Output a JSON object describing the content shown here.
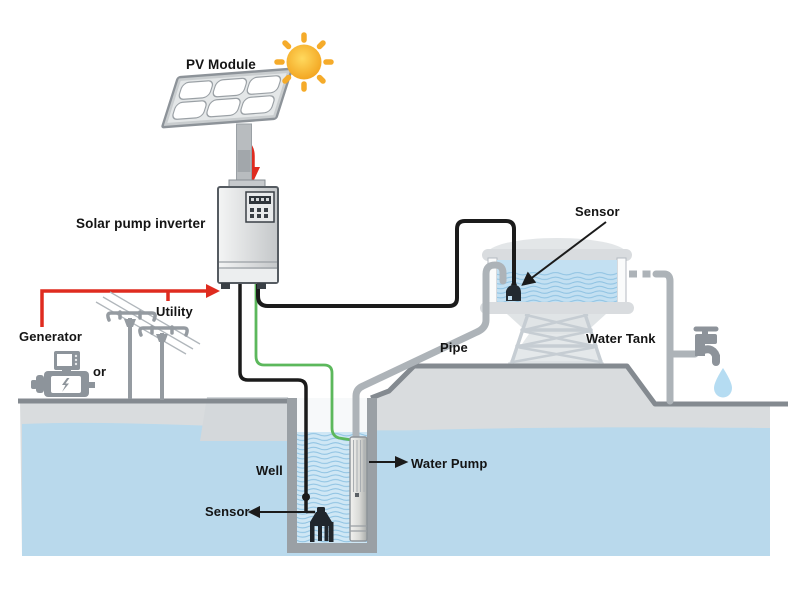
{
  "labels": {
    "pv_module": "PV Module",
    "inverter": "Solar pump inverter",
    "generator": "Generator",
    "or": "or",
    "utility": "Utility",
    "tank_sensor": "Sensor",
    "water_tank": "Water Tank",
    "pipe": "Pipe",
    "well": "Well",
    "water_pump": "Water Pump",
    "well_sensor": "Sensor"
  },
  "icons": {
    "sun_icon": "sun",
    "pv_panel_icon": "solar-panel",
    "inverter_icon": "inverter-box",
    "generator_icon": "generator",
    "utility_poles_icon": "power-poles",
    "water_tank_icon": "elevated-tank",
    "tower_icon": "lattice-tower",
    "water_pump_icon": "submersible-pump",
    "sensor_icon": "float-sensor",
    "pipe_icon": "water-pipe",
    "faucet_icon": "tap",
    "water_drop_icon": "droplet"
  },
  "colors": {
    "power_wire_red": "#df2b1f",
    "signal_wire_black": "#1b1b1b",
    "pump_wire_green": "#5cb85c",
    "pipe_gray": "#adb3b8",
    "ground_gray": "#d9dcde",
    "ground_outline": "#848a90",
    "groundwater_blue": "#b9d9ec",
    "well_water_blue": "#cfe7f5",
    "tank_water_blue": "#c3e0f2",
    "wave_line_blue": "#8ec2e2",
    "sun_orange": "#f5a930",
    "device_metal_gray": "#8d949b"
  }
}
